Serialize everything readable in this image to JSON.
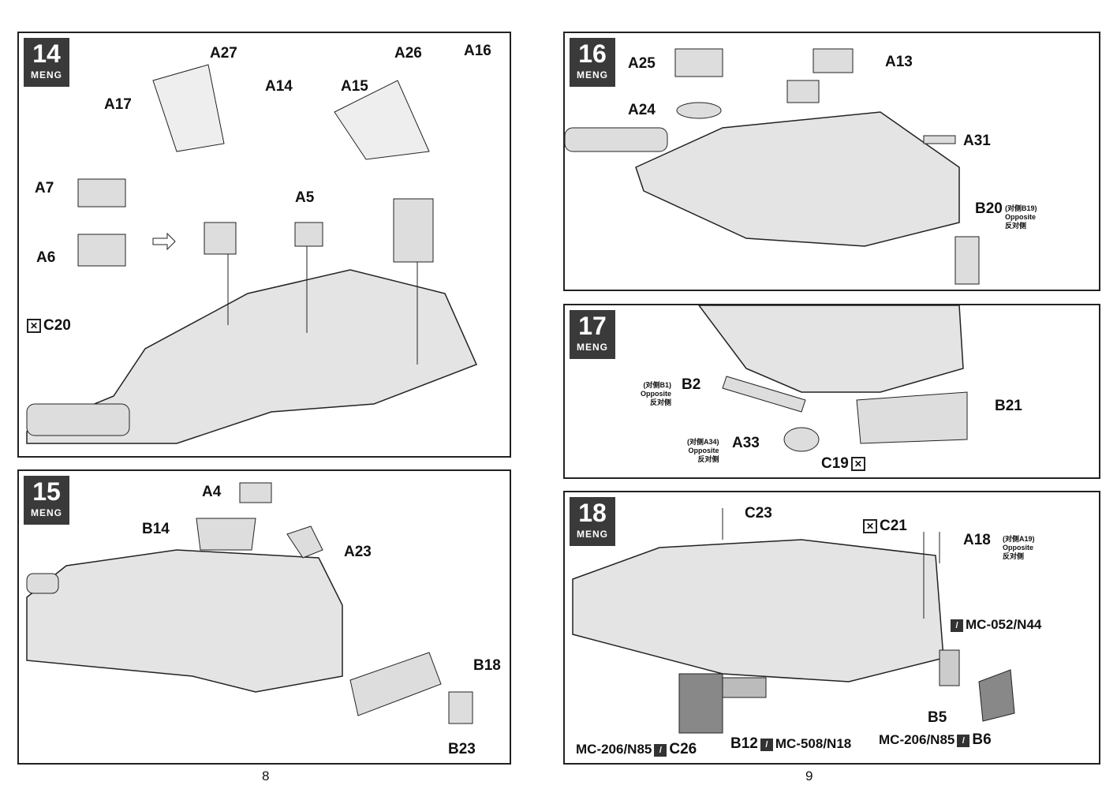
{
  "brand": "MENG",
  "pages": {
    "left": "8",
    "right": "9"
  },
  "steps": [
    {
      "number": "14",
      "labels": [
        "A27",
        "A26",
        "A16",
        "A17",
        "A14",
        "A15",
        "A7",
        "A5",
        "A6",
        "C20"
      ]
    },
    {
      "number": "15",
      "labels": [
        "A4",
        "B14",
        "A23",
        "B18",
        "B23"
      ]
    },
    {
      "number": "16",
      "labels": [
        "A25",
        "A13",
        "A24",
        "A31",
        "B20"
      ],
      "notes": {
        "b20": "(对侧B19)",
        "opposite": "Opposite",
        "opposite_cn": "反对侧"
      }
    },
    {
      "number": "17",
      "labels": [
        "B2",
        "B21",
        "A33",
        "C19"
      ],
      "notes": {
        "b2": "(对侧B1)",
        "a33": "(对侧A34)",
        "opposite": "Opposite",
        "opposite_cn": "反对侧"
      }
    },
    {
      "number": "18",
      "labels": [
        "C23",
        "C21",
        "A18",
        "MC-052/N44",
        "B5",
        "B6",
        "C26",
        "B12",
        "MC-206/N85",
        "MC-508/N18",
        "MC-206/N85"
      ],
      "notes": {
        "a18": "(对侧A19)",
        "opposite": "Opposite",
        "opposite_cn": "反对侧"
      }
    }
  ],
  "icons": {
    "paint": "brush-icon",
    "exclude": "x-box-icon"
  }
}
